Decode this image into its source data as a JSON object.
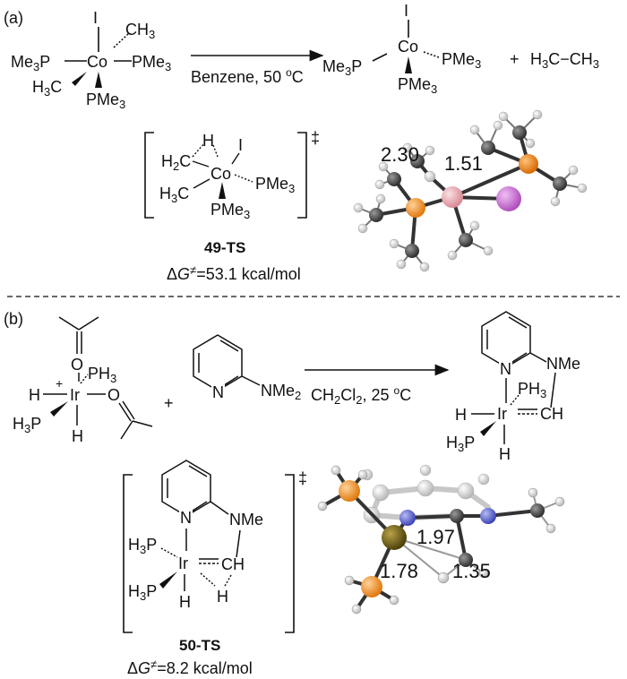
{
  "panel_a": {
    "label": "(a)",
    "reactant": {
      "metal": "Co",
      "ligands": [
        "Me3P",
        "PMe3",
        "H3C",
        "CH3",
        "PMe3",
        "I"
      ]
    },
    "conditions": "Benzene, 50 °C",
    "product": {
      "metal": "Co",
      "ligands": [
        "Me3P",
        "PMe3",
        "PMe3",
        "I"
      ]
    },
    "plus": "+",
    "byproduct": "H3C−CH3",
    "ts_label": "49-TS",
    "ts_dagger": "‡",
    "ts_energy": "ΔG≠=53.1  kcal/mol",
    "distances": [
      "2.30",
      "1.51"
    ]
  },
  "panel_b": {
    "label": "(b)",
    "reactant1": {
      "metal": "Ir",
      "charge": "+",
      "ligands": [
        "PH3",
        "H3P",
        "H",
        "H",
        "O",
        "O"
      ]
    },
    "plus": "+",
    "reactant2": "NMe2",
    "reactant2_n": "N",
    "conditions": "CH2Cl2, 25 °C",
    "product": {
      "metal": "Ir",
      "ligands": [
        "N",
        "NMe",
        "PH3",
        "CH",
        "H",
        "H3P",
        "H"
      ]
    },
    "ts_label": "50-TS",
    "ts_dagger": "‡",
    "ts_energy": "ΔG≠=8.2  kcal/mol",
    "distances": [
      "1.97",
      "1.78",
      "1.35"
    ]
  },
  "colors": {
    "cobalt": "#e8a0a8",
    "iodine": "#c86ad0",
    "phosphorus": "#f08a1a",
    "iridium": "#6b5a12",
    "nitrogen": "#5a62d0",
    "carbon": "#505050",
    "hydrogen": "#e8e8e8"
  }
}
